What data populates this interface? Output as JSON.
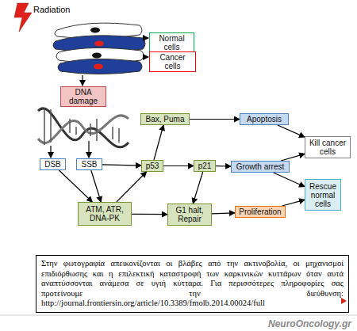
{
  "diagram": {
    "caption": "Στην φωτογραφία απεικονίζονται οι βλάβες από την ακτινοβολία, οι μηχανισμοί επιδιόρθωσης και η επιλεκτική καταστροφή των καρκινικών κυττάρων όταν αυτά αναπτύσσονται ανάμεσα σε υγιή κύτταρα. Για περισσότερες πληροφορίες σας προτείνουμε την διεύθυνση: http://journal.frontiersin.org/article/10.3389/fmolb.2014.00024/full",
    "nodes": [
      {
        "text": [
          "Normal cells"
        ]
      },
      {
        "text": [
          "Cancer cells"
        ]
      },
      {
        "text": [
          "DNA damage"
        ]
      },
      {
        "text": [
          "Bax, Puma"
        ]
      },
      {
        "text": [
          "Apoptosis"
        ]
      },
      {
        "text": [
          "DSB"
        ]
      },
      {
        "text": [
          "SSB"
        ]
      },
      {
        "text": [
          "p53"
        ]
      },
      {
        "text": [
          "p21"
        ]
      },
      {
        "text": [
          "Growth arrest"
        ]
      },
      {
        "text": [
          "Kill cancer cells"
        ]
      },
      {
        "text": [
          "Rescue normal cells"
        ]
      },
      {
        "text": [
          "ATM, ATR, DNA-PK"
        ]
      },
      {
        "text": [
          "G1 halt, Repair"
        ]
      },
      {
        "text": [
          "Proliferation"
        ]
      }
    ],
    "edges": [
      {
        "from": 7,
        "to": 3,
        "arrow": "to"
      },
      {
        "from": 3,
        "to": 4,
        "arrow": "to"
      },
      {
        "from": 6,
        "to": 7,
        "arrow": "to"
      },
      {
        "from": 7,
        "to": 8,
        "arrow": "to"
      },
      {
        "from": 8,
        "to": 9,
        "arrow": "to"
      },
      {
        "from": 4,
        "to": 10,
        "arrow": "to"
      },
      {
        "from": 9,
        "to": 10,
        "arrow": "to"
      },
      {
        "from": 9,
        "to": 11,
        "arrow": "to"
      },
      {
        "from": 14,
        "to": 11,
        "arrow": "to"
      },
      {
        "from": 5,
        "to": 12,
        "arrow": "to"
      },
      {
        "from": 6,
        "to": 12,
        "arrow": "to"
      },
      {
        "from": 12,
        "to": 7,
        "arrow": "to"
      },
      {
        "from": 12,
        "to": 13,
        "arrow": "to"
      },
      {
        "from": 8,
        "to": 13,
        "arrow": "to"
      },
      {
        "from": 13,
        "to": 14,
        "arrow": "to"
      }
    ],
    "labels": [
      "Radiation",
      "NeuroOncology.gr"
    ]
  }
}
